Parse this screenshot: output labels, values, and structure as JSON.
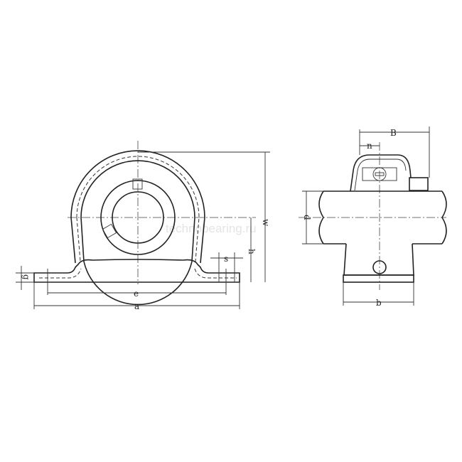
{
  "watermark": "technobearing.ru",
  "front_view": {
    "labels": {
      "w": "w",
      "h": "h",
      "s": "s",
      "g": "g",
      "e": "e",
      "a": "a"
    }
  },
  "side_view": {
    "labels": {
      "B": "B",
      "n": "n",
      "d": "d",
      "b": "b"
    }
  },
  "colors": {
    "line": "#222222",
    "background": "#ffffff"
  }
}
